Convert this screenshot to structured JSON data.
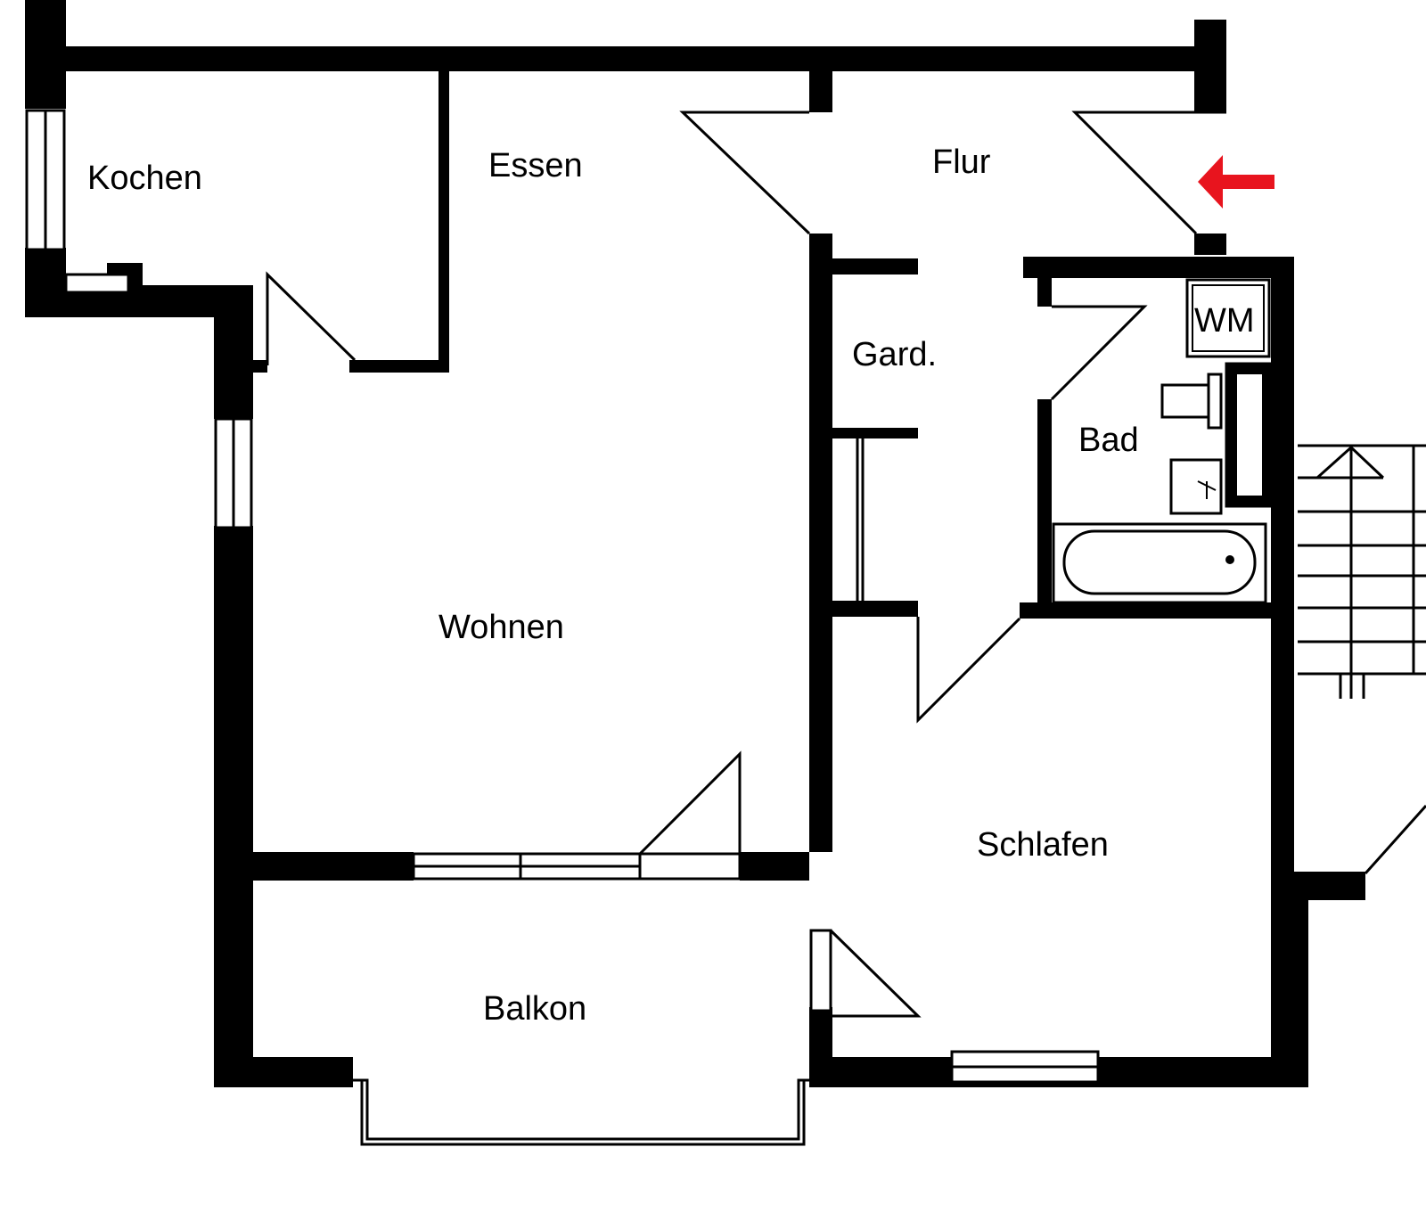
{
  "rooms": {
    "kochen": "Kochen",
    "essen": "Essen",
    "flur": "Flur",
    "gard": "Gard.",
    "bad": "Bad",
    "wohnen": "Wohnen",
    "schlafen": "Schlafen",
    "balkon": "Balkon"
  },
  "fixtures": {
    "washing_machine": "WM"
  },
  "colors": {
    "wall": "#000000",
    "background": "#ffffff",
    "entrance_arrow": "#e8141e"
  },
  "icons": {
    "entrance": "left-arrow-icon"
  }
}
